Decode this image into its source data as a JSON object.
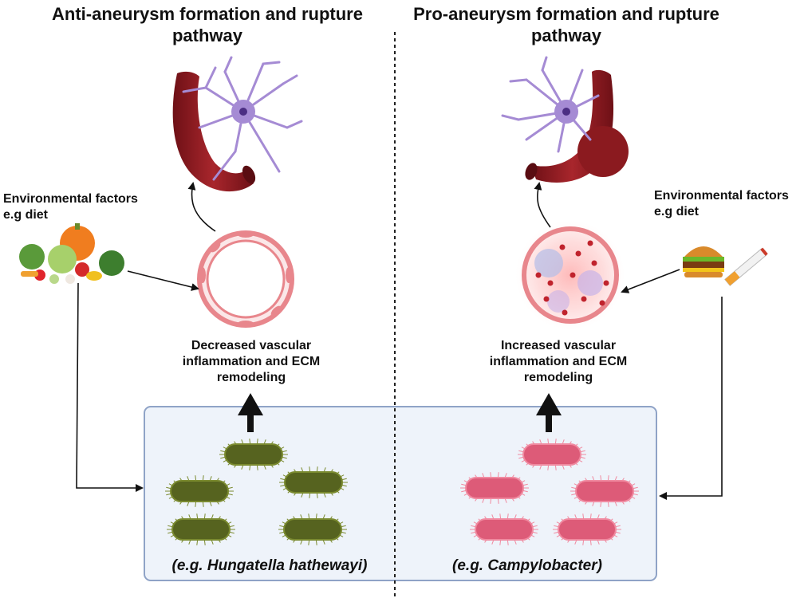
{
  "left": {
    "title_line1": "Anti-aneurysm formation and rupture",
    "title_line2": "pathway",
    "env_line1": "Environmental factors",
    "env_line2": "e.g diet",
    "effect_line1": "Decreased vascular",
    "effect_line2": "inflammation and ECM",
    "effect_line3": "remodeling",
    "example": "(e.g. Hungatella hathewayi)"
  },
  "right": {
    "title_line1": "Pro-aneurysm formation and rupture",
    "title_line2": "pathway",
    "env_line1": "Environmental factors",
    "env_line2": "e.g diet",
    "effect_line1": "Increased vascular",
    "effect_line2": "inflammation and ECM",
    "effect_line3": "remodeling",
    "example": "(e.g. Campylobacter)"
  },
  "colors": {
    "vessel": "#8b1a1f",
    "neuron": "#a58bd4",
    "good_bacteria": "#56631f",
    "bad_bacteria": "#dd5b78",
    "panel_fill": "#eef3fa",
    "panel_stroke": "#8fa3c7",
    "vessel_ring": "#e8868c"
  }
}
